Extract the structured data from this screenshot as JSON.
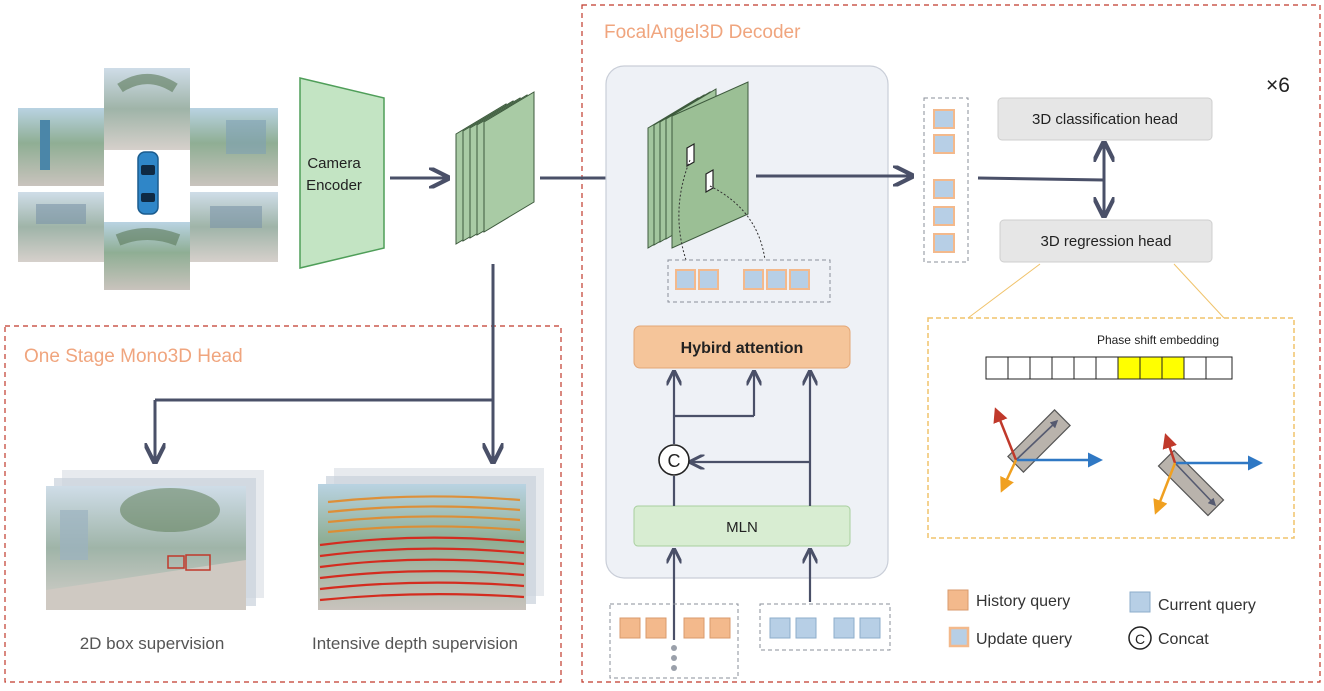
{
  "decoder": {
    "title": "FocalAngel3D Decoder",
    "repeat": "×6",
    "hybrid_attention": "Hybird attention",
    "mln": "MLN",
    "concat_symbol": "C",
    "cls_head": "3D classification head",
    "reg_head": "3D regression head",
    "phase_shift": "Phase shift embedding"
  },
  "encoder": {
    "camera_encoder_line1": "Camera",
    "camera_encoder_line2": "Encoder"
  },
  "mono_head": {
    "title": "One Stage Mono3D Head",
    "box_caption": "2D box supervision",
    "depth_caption": "Intensive depth supervision"
  },
  "legend": {
    "history": "History query",
    "current": "Current query",
    "update": "Update query",
    "concat": "Concat",
    "concat_symbol": "C"
  },
  "colors": {
    "history_fill": "#f3b98c",
    "current_fill": "#b7cfe6",
    "box_border": "#c0392b",
    "title_orange": "#f0a57e",
    "arrow": "#4a5068",
    "encoder_green": "#c3e4c3",
    "attention_fill": "#f5c59a",
    "mln_fill": "#d8edd2",
    "highlight_yellow": "#ffff00"
  }
}
